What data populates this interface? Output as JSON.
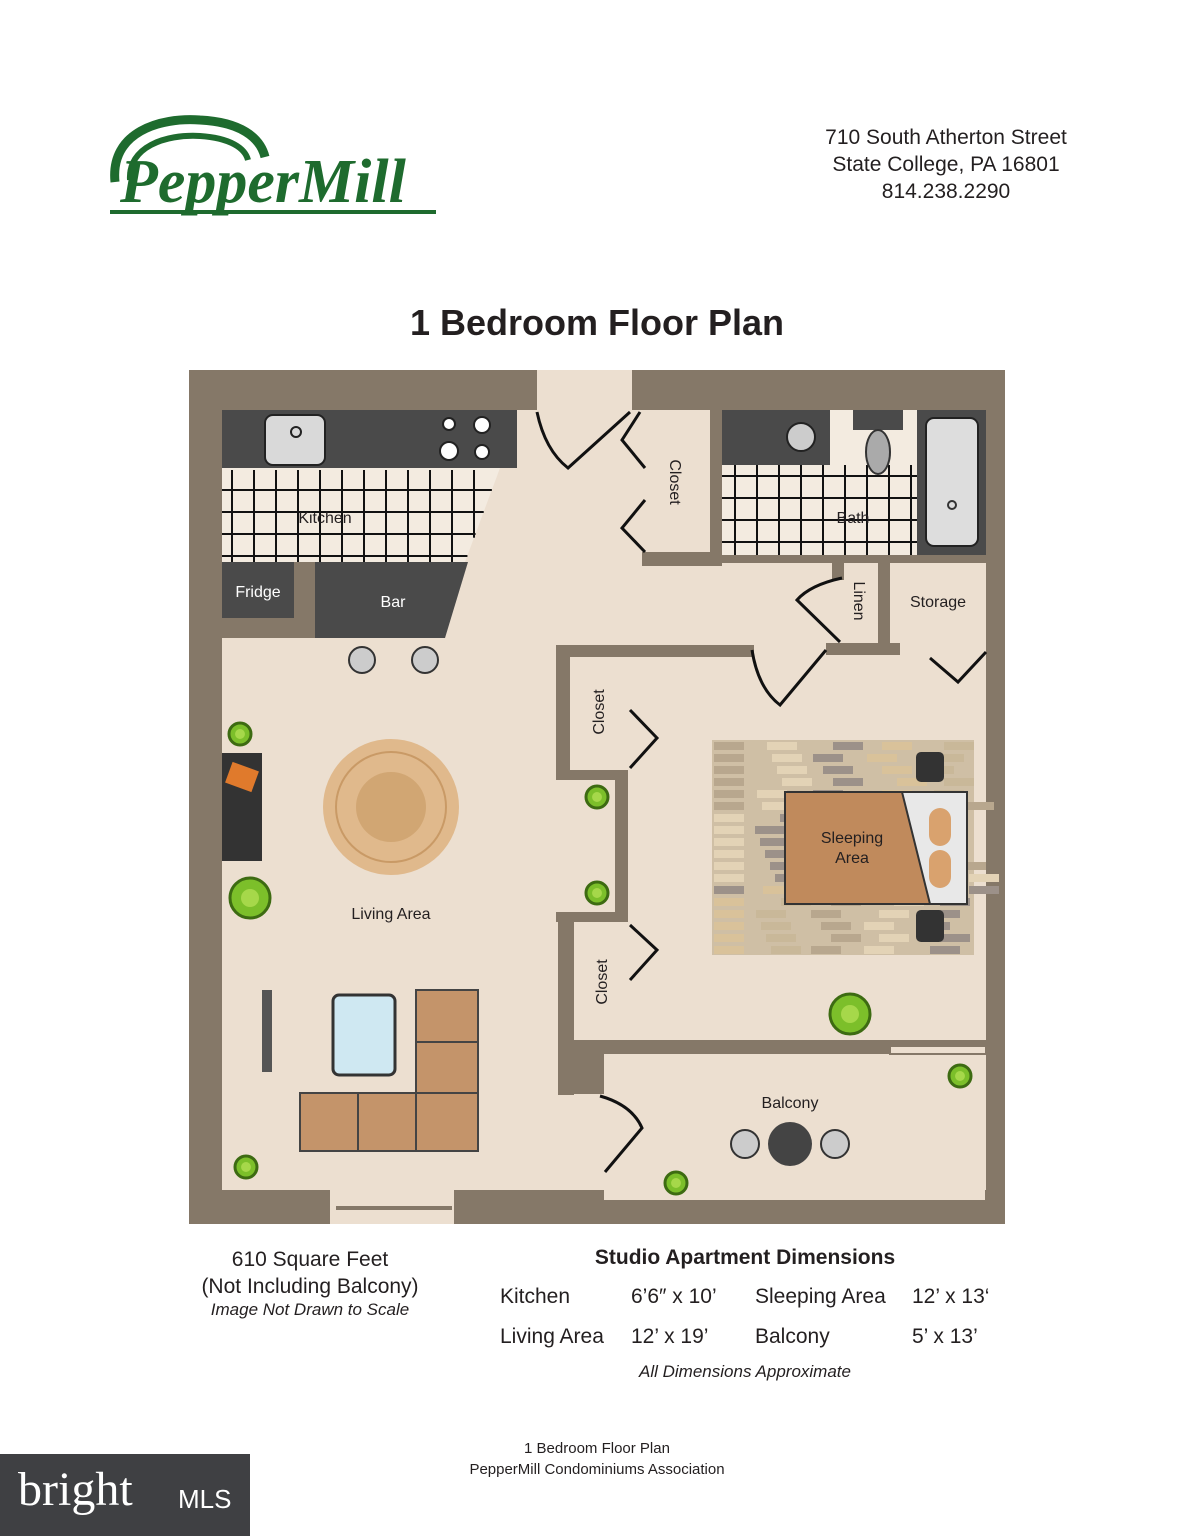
{
  "header": {
    "logo_text": "PepperMill",
    "address_line1": "710 South Atherton Street",
    "address_line2": "State College, PA 16801",
    "phone": "814.238.2290"
  },
  "title": "1 Bedroom Floor Plan",
  "plan": {
    "rooms": {
      "kitchen": "Kitchen",
      "closet_entry": "Closet",
      "bath": "Bath",
      "fridge": "Fridge",
      "bar": "Bar",
      "linen": "Linen",
      "storage": "Storage",
      "closet_upper": "Closet",
      "sleeping_1": "Sleeping",
      "sleeping_2": "Area",
      "living": "Living Area",
      "closet_lower": "Closet",
      "balcony": "Balcony"
    },
    "colors": {
      "wall": "#857868",
      "floor": "#ecdfd0",
      "counter": "#4a4a4a",
      "logo_green": "#1e6b2e"
    }
  },
  "summary": {
    "sqft": "610 Square Feet",
    "note": "(Not Including Balcony)",
    "scale_note": "Image Not Drawn to Scale"
  },
  "dimensions": {
    "title": "Studio Apartment Dimensions",
    "rows": [
      {
        "room1": "Kitchen",
        "dim1": "6’6″ x 10’",
        "room2": "Sleeping Area",
        "dim2": "12’ x 13‘"
      },
      {
        "room1": "Living Area",
        "dim1": "12’ x 19’",
        "room2": "Balcony",
        "dim2": "5’ x 13’"
      }
    ],
    "footnote": "All Dimensions Approximate"
  },
  "footer": {
    "line1": "1 Bedroom Floor Plan",
    "line2": "PepperMill Condominiums Association"
  },
  "watermark": {
    "brand": "bright",
    "suffix": "MLS"
  }
}
